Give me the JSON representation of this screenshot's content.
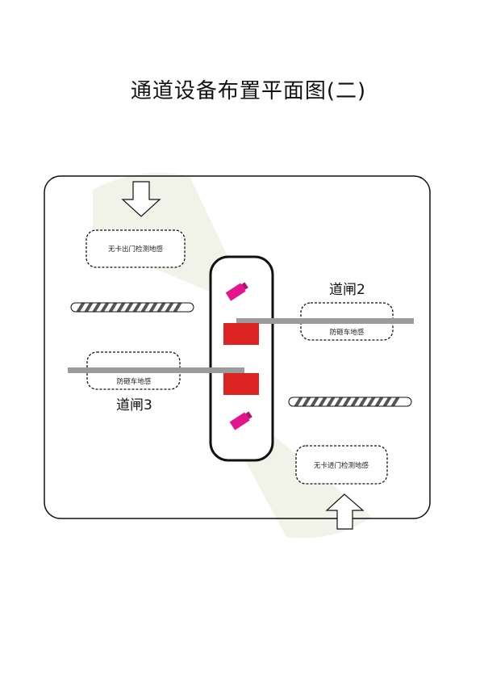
{
  "title": "通道设备布置平面图(二)",
  "sensors": {
    "exit_no_card": "无卡出门检测地感",
    "anti_smash_right": "防砸车地感",
    "anti_smash_left": "防砸车地感",
    "entry_no_card": "无卡进门检测地感"
  },
  "gates": {
    "gate2": "道闸2",
    "gate3": "道闸3"
  },
  "colors": {
    "arm": "#9b9b9b",
    "unit_red": "#dd2222",
    "camera_magenta": "#e6148c",
    "zone_fill": "#f1f3e8",
    "outline": "#111111"
  },
  "icons": {
    "exit_arrow": "arrow-down-icon",
    "entry_arrow": "arrow-up-icon"
  }
}
